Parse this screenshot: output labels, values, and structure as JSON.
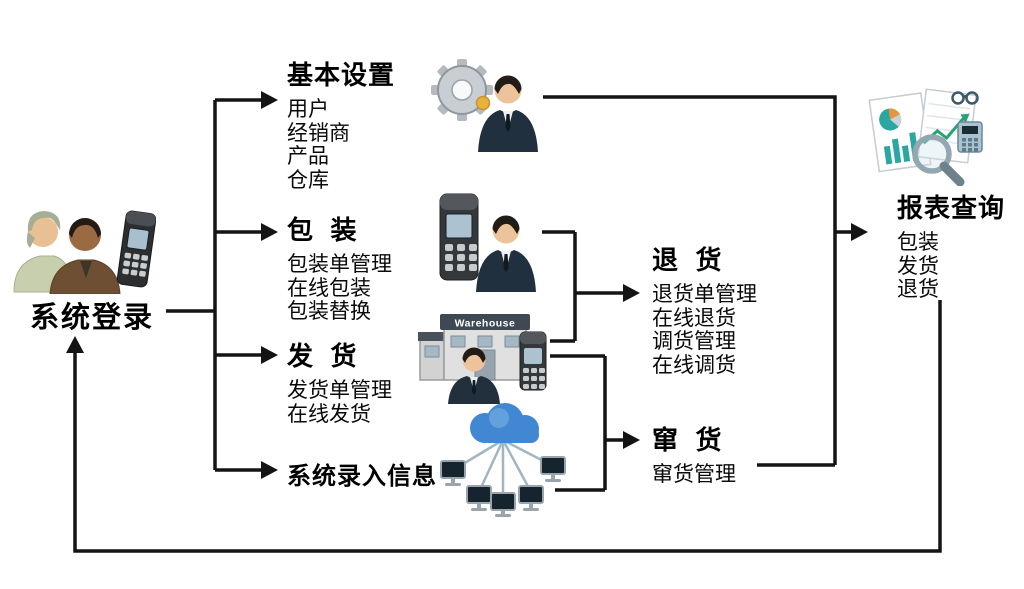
{
  "login": {
    "label": "系统登录"
  },
  "nodes": {
    "basic_settings": {
      "title": "基本设置",
      "items": [
        "用户",
        "经销商",
        "产品",
        "仓库"
      ]
    },
    "packing": {
      "title": "包  装",
      "items": [
        "包装单管理",
        "在线包装",
        "包装替换"
      ]
    },
    "shipping": {
      "title": "发  货",
      "items": [
        "发货单管理",
        "在线发货"
      ]
    },
    "system_entry": {
      "title": "系统录入信息"
    },
    "returns": {
      "title": "退  货",
      "items": [
        "退货单管理",
        "在线退货",
        "调货管理",
        "在线调货"
      ]
    },
    "channel_goods": {
      "title": "窜  货",
      "items": [
        "窜货管理"
      ]
    },
    "reports": {
      "title": "报表查询",
      "items": [
        "包装",
        "发货",
        "退货"
      ]
    }
  },
  "icons": {
    "warehouse_sign": "Warehouse"
  },
  "colors": {
    "line": "#141414",
    "text": "#000000",
    "cloud_blue": "#4187d1",
    "chart_teal": "#2aa7a0",
    "chart_orange": "#e8963c"
  }
}
